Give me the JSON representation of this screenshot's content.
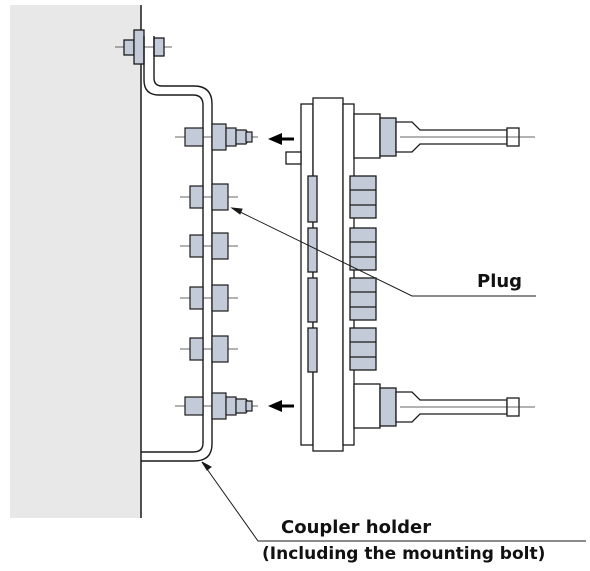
{
  "labels": {
    "plug": "Plug",
    "coupler_holder": "Coupler holder",
    "coupler_holder_note": "(Including the mounting bolt)"
  },
  "colors": {
    "wall": "#e8e8e8",
    "part_fill": "#c3cad8",
    "plate_fill": "#ffffff",
    "outline": "#1a1a1a",
    "centerline": "#333333",
    "arrow": "#000000"
  }
}
